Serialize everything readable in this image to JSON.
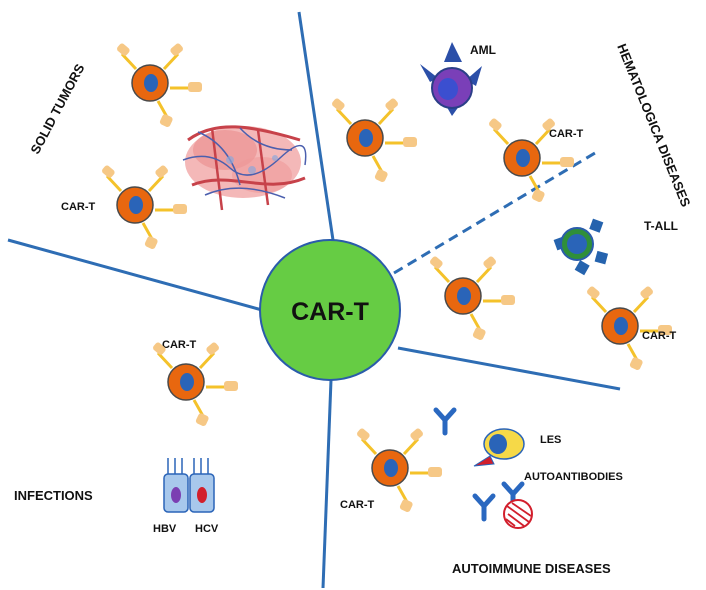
{
  "center": {
    "label": "CAR-T",
    "fill": "#66cc44",
    "stroke": "#2a5caa"
  },
  "colors": {
    "line": "#2e6db4",
    "cell_outer": "#e8670f",
    "cell_nucleus": "#2a64b8",
    "receptor": "#f4c22a",
    "receptor_tip": "#f6c886",
    "aml_body": "#7a3fb8",
    "aml_inner": "#3b4fd0",
    "aml_receptor": "#2b4fa8",
    "tall_outer": "#2f8f3a",
    "tall_inner": "#2a64b8",
    "tall_receptor": "#2563ae",
    "hep_cell": "#a8c8ec",
    "hbv_nucleus": "#7b3fb2",
    "hcv_nucleus": "#d21f2c",
    "les_cell": "#f6d948",
    "les_nucleus": "#2a64b8",
    "antibody": "#2a68c0",
    "autoantibody_mark": "#d21f2c",
    "tumor": "#f1a6a6",
    "vessel": "#4b5fae"
  },
  "sections": {
    "solid_tumors": {
      "title": "SOLID TUMORS",
      "cart_label": "CAR-T"
    },
    "hematologic": {
      "title": "HEMATOLOGICA DISEASES",
      "aml_label": "AML",
      "tall_label": "T-ALL",
      "cart_label_1": "CAR-T",
      "cart_label_2": "CAR-T"
    },
    "infections": {
      "title": "INFECTIONS",
      "cart_label": "CAR-T",
      "hbv_label": "HBV",
      "hcv_label": "HCV"
    },
    "autoimmune": {
      "title": "AUTOIMMUNE DISEASES",
      "cart_label": "CAR-T",
      "les_label": "LES",
      "autoantibodies_label": "AUTOANTIBODIES"
    }
  }
}
